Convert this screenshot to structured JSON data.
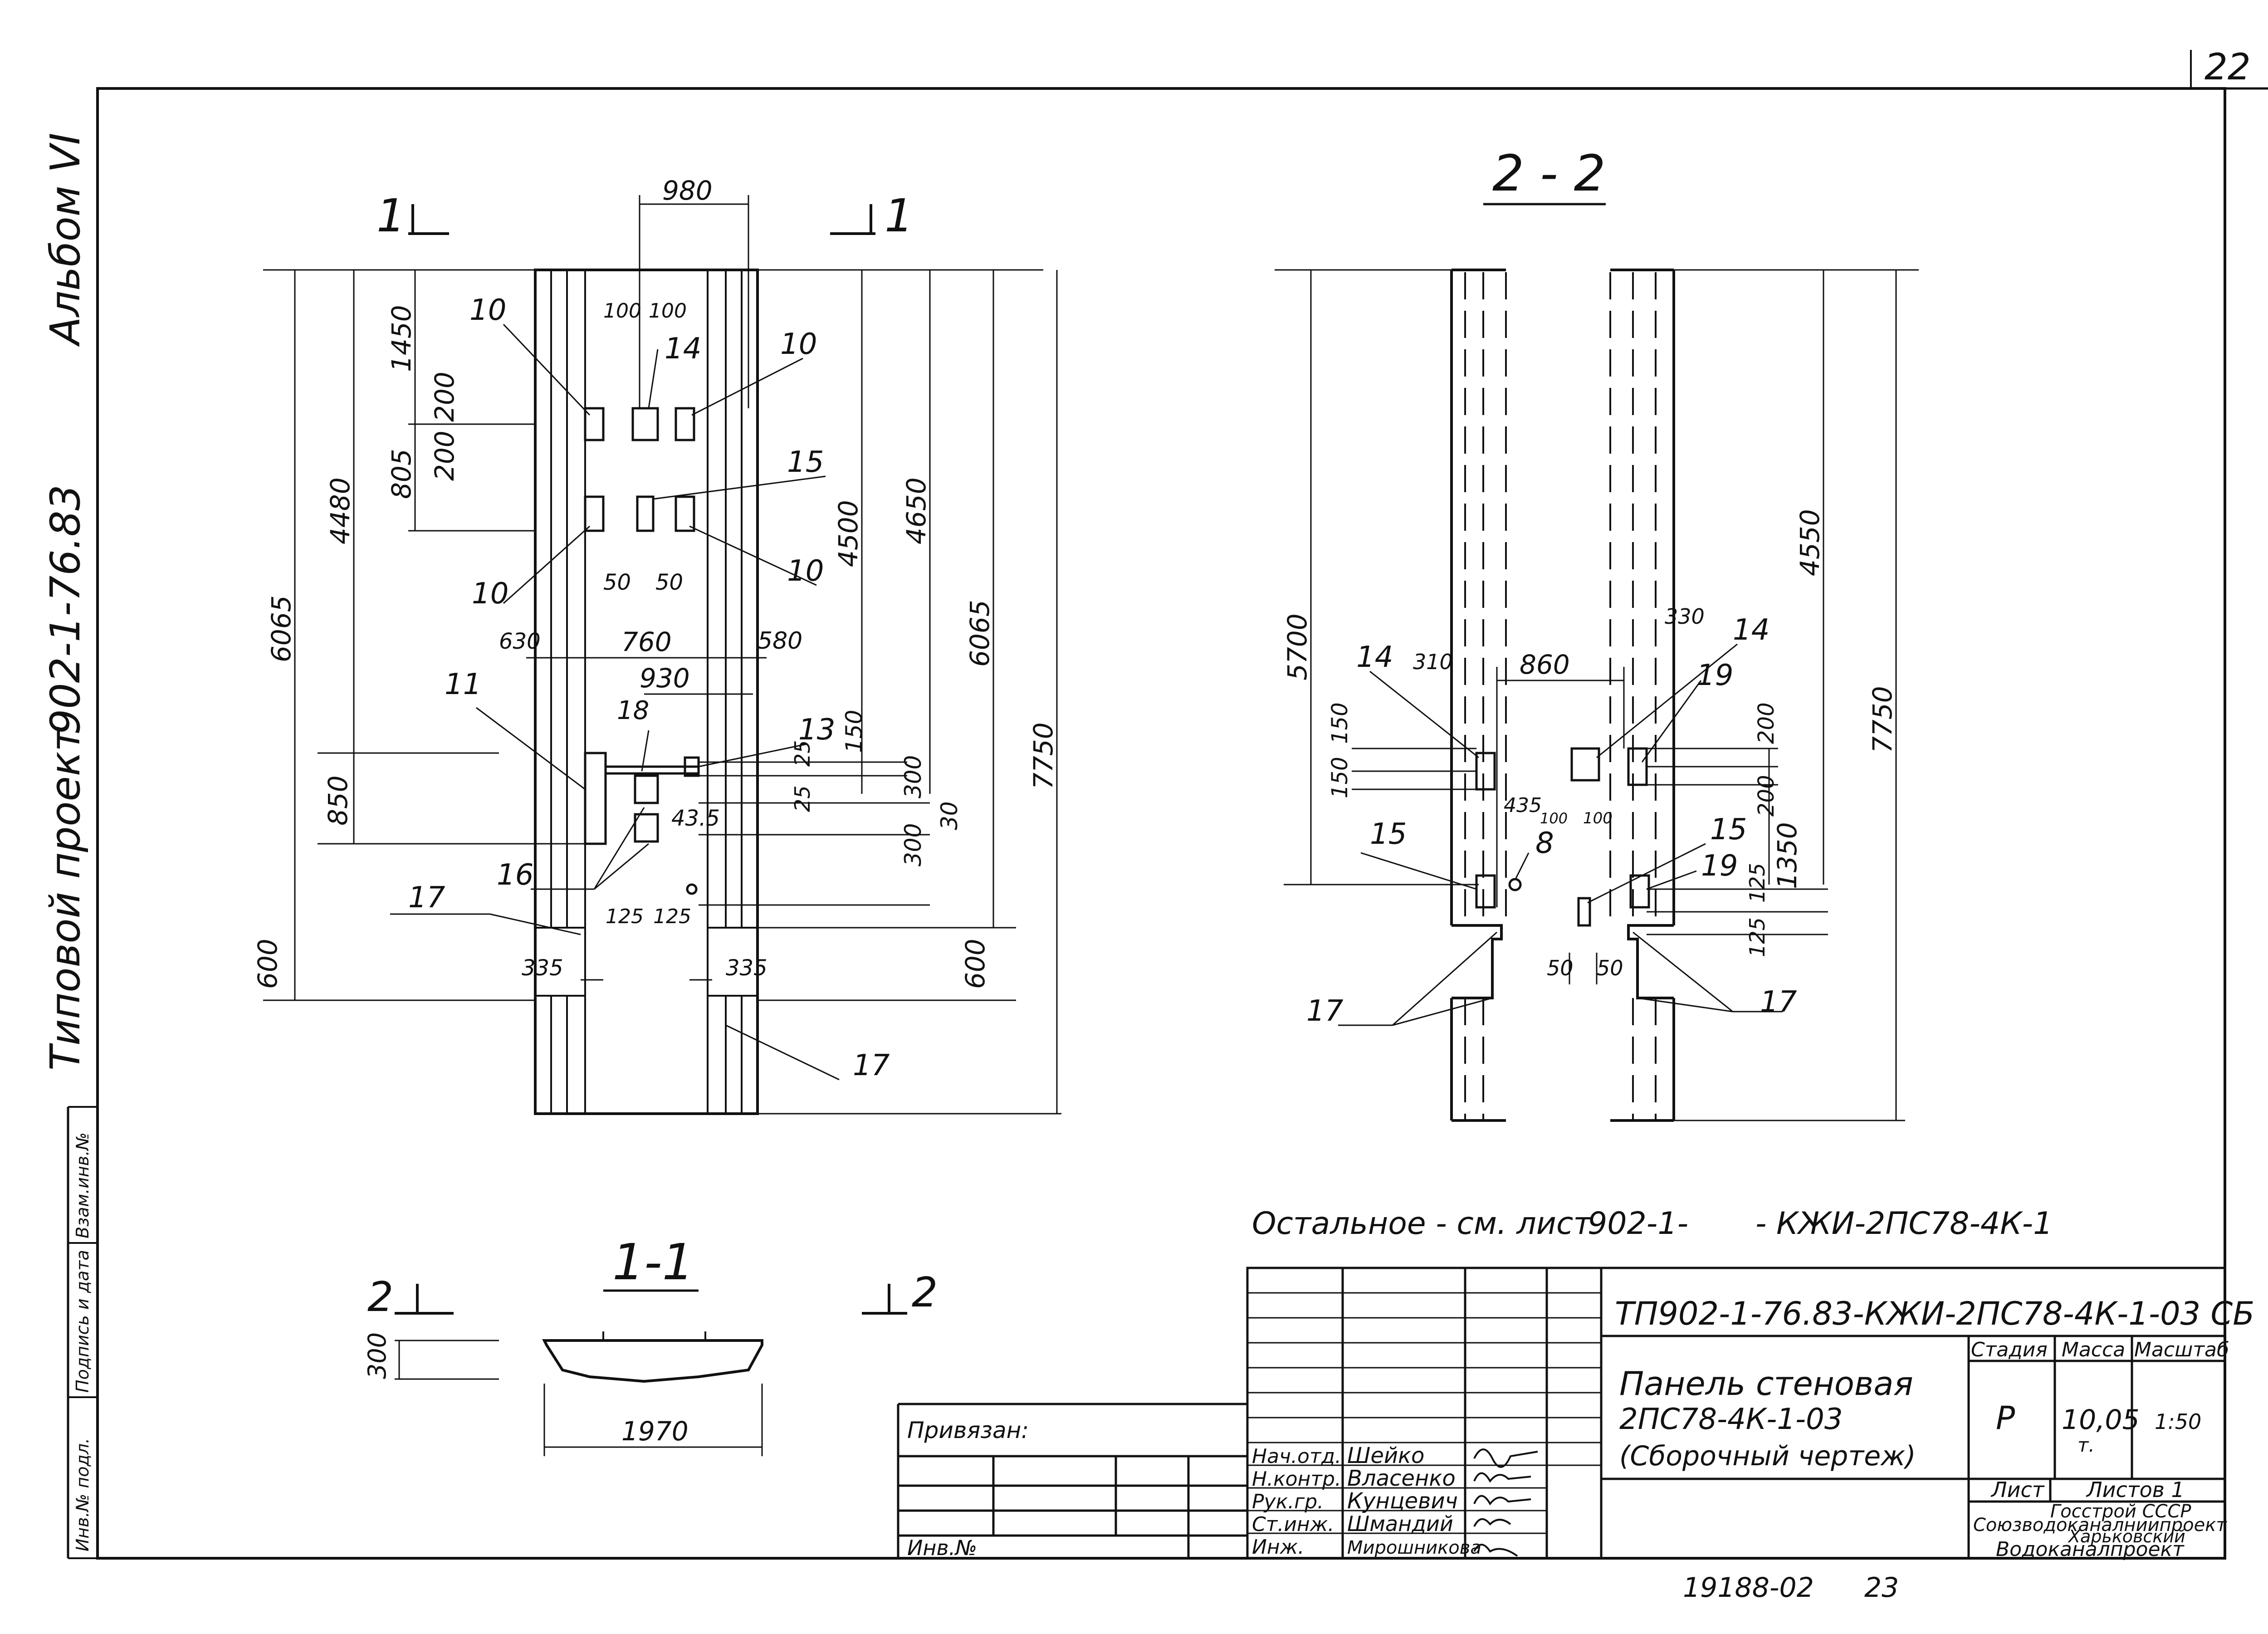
{
  "sheet": {
    "page_number": "22",
    "album_label": "Альбом VI",
    "project_label": "Типовой проект",
    "project_code": "902-1-76.83",
    "side_labels": [
      "Инв.№ подл.",
      "Подпись и дата",
      "Взам.инв.№"
    ]
  },
  "view_front": {
    "section_marks": [
      "1",
      "1"
    ],
    "dims_top": {
      "width": "980",
      "a": "100",
      "b": "100"
    },
    "dims_left": [
      "6065",
      "4480",
      "1450",
      "200",
      "200",
      "805",
      "850",
      "600"
    ],
    "dims_right": [
      "4500",
      "4650",
      "6065",
      "7750",
      "150",
      "300",
      "30",
      "300",
      "600"
    ],
    "dims_middle": [
      "630",
      "760",
      "580",
      "930",
      "50",
      "50",
      "43.5",
      "25",
      "25",
      "125",
      "125",
      "335",
      "335"
    ],
    "callouts": [
      "10",
      "14",
      "10",
      "15",
      "10",
      "10",
      "11",
      "18",
      "13",
      "16",
      "17",
      "17"
    ]
  },
  "view_side": {
    "title": "2 - 2",
    "dims": [
      "5700",
      "4550",
      "7750",
      "310",
      "860",
      "330",
      "150",
      "150",
      "200",
      "200",
      "435",
      "100",
      "100",
      "1350",
      "125",
      "125",
      "50",
      "50"
    ],
    "callouts": [
      "14",
      "14",
      "19",
      "15",
      "8",
      "15",
      "19",
      "17",
      "17"
    ]
  },
  "section_1_1": {
    "title": "1-1",
    "marks": [
      "2",
      "2"
    ],
    "height": "300",
    "width": "1970"
  },
  "note": {
    "prefix": "Остальное - см. лист",
    "ref_a": "902-1-",
    "ref_b": "- КЖИ-2ПС78-4К-1"
  },
  "title_block": {
    "doc_code": "ТП902-1-76.83-КЖИ-2ПС78-4К-1-03 СБ",
    "name_line1": "Панель стеновая",
    "name_line2": "2ПС78-4К-1-03",
    "name_line3": "(Сборочный чертеж)",
    "headers": {
      "stage": "Стадия",
      "mass": "Масса",
      "scale": "Масштаб"
    },
    "values": {
      "stage": "Р",
      "mass": "10,05",
      "mass_unit": "т.",
      "scale": "1:50"
    },
    "sheet_label": "Лист",
    "sheets_label": "Листов 1",
    "org_line1": "Госстрой СССР",
    "org_line2": "Союзводоканалниипроект",
    "org_line3": "Харьковский",
    "org_line4": "Водоканалпроект",
    "bound_label": "Привязан:",
    "inv_label": "Инв.№",
    "roles": [
      "Нач.отд.",
      "Н.контр.",
      "Рук.гр.",
      "Ст.инж.",
      "Инж."
    ],
    "names": [
      "Шейко",
      "Власенко",
      "Кунцевич",
      "Шмандий",
      "Мирошникова"
    ]
  },
  "footer": {
    "archive": "19188-02",
    "page": "23"
  }
}
